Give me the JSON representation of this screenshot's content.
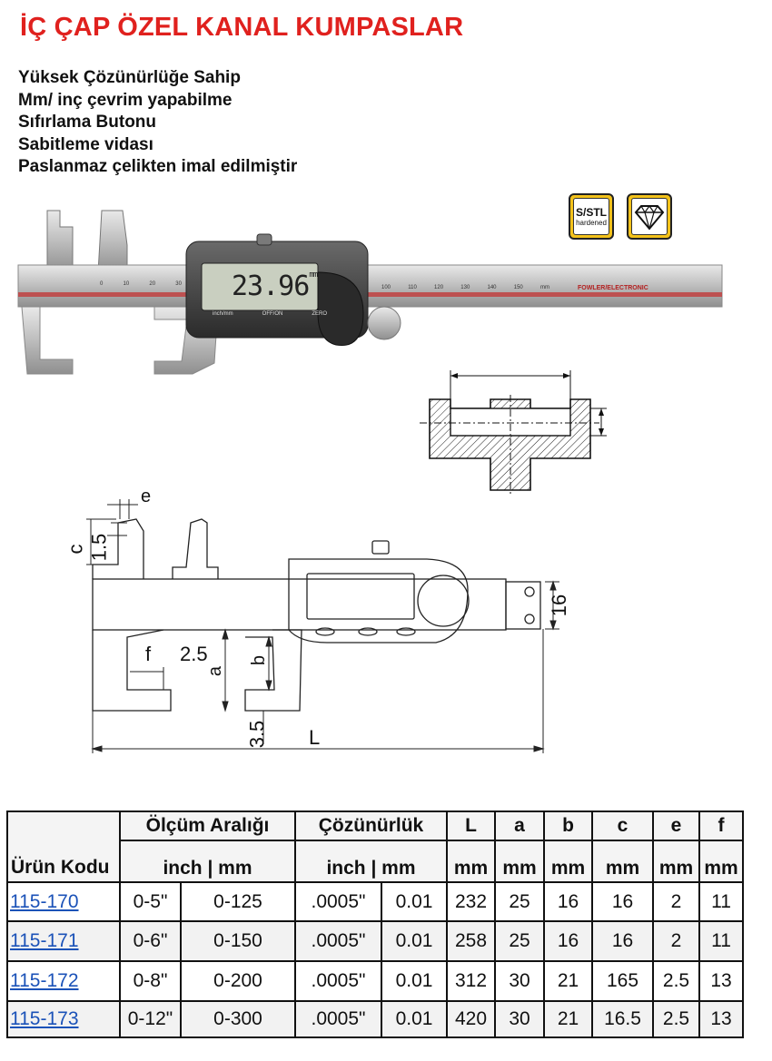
{
  "title": "İÇ ÇAP ÖZEL KANAL KUMPASLAR",
  "features": [
    "Yüksek Çözünürlüğe Sahip",
    "Mm/ inç çevrim yapabilme",
    "Sıfırlama Butonu",
    "Sabitleme vidası",
    "Paslanmaz çelikten imal edilmiştir"
  ],
  "badges": {
    "steel": {
      "main": "S/STL",
      "sub": "hardened"
    },
    "diamond": {
      "icon": "diamond-icon"
    }
  },
  "caliper_photo": {
    "display_value": "23.96",
    "display_unit": "mm",
    "buttons": [
      "inch/mm",
      "OFF/ON",
      "ZERO"
    ],
    "scale_left": [
      "0",
      "10",
      "20",
      "30"
    ],
    "scale_right": [
      "100",
      "110",
      "120",
      "130",
      "140",
      "150",
      "mm"
    ],
    "brand": "FOWLER/ELECTRONIC"
  },
  "drawing": {
    "labels": {
      "e": "e",
      "c": "c",
      "c_val": "1.5",
      "f": "f",
      "f_val": "2.5",
      "a": "a",
      "b": "b",
      "h_val": "3.5",
      "L": "L",
      "width": "16"
    }
  },
  "table": {
    "headers_top": {
      "code": "Ürün Kodu",
      "range": "Ölçüm Aralığı",
      "resolution": "Çözünürlük",
      "L": "L",
      "a": "a",
      "b": "b",
      "c": "c",
      "e": "e",
      "f": "f"
    },
    "headers_units": {
      "range": "inch | mm",
      "resolution": "inch | mm",
      "L": "mm",
      "a": "mm",
      "b": "mm",
      "c": "mm",
      "e": "mm",
      "f": "mm"
    },
    "rows": [
      [
        "115-170",
        "0-5\"",
        "0-125",
        ".0005\"",
        "0.01",
        "232",
        "25",
        "16",
        "16",
        "2",
        "11"
      ],
      [
        "115-171",
        "0-6\"",
        "0-150",
        ".0005\"",
        "0.01",
        "258",
        "25",
        "16",
        "16",
        "2",
        "11"
      ],
      [
        "115-172",
        "0-8\"",
        "0-200",
        ".0005\"",
        "0.01",
        "312",
        "30",
        "21",
        "165",
        "2.5",
        "13"
      ],
      [
        "115-173",
        "0-12\"",
        "0-300",
        ".0005\"",
        "0.01",
        "420",
        "30",
        "21",
        "16.5",
        "2.5",
        "13"
      ]
    ]
  }
}
